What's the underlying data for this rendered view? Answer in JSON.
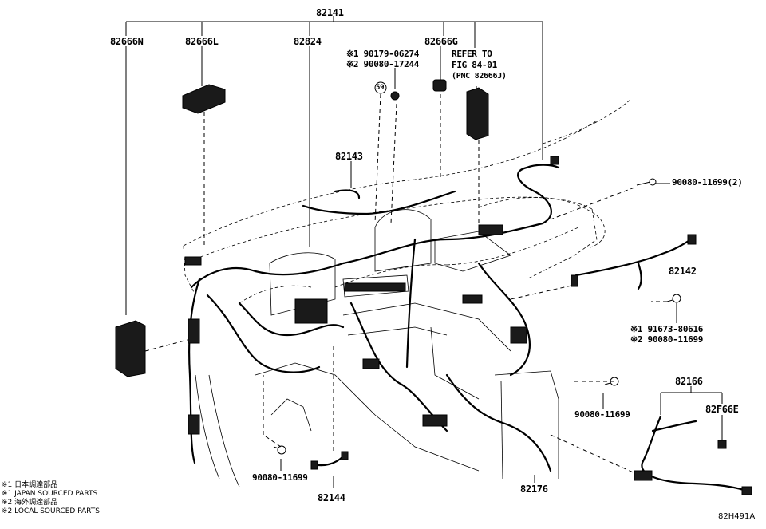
{
  "labels": {
    "p82141": "82141",
    "p82666N": "82666N",
    "p82666L": "82666L",
    "p82824": "82824",
    "p82666G": "82666G",
    "refer1": "REFER TO",
    "refer2": "FIG 84-01",
    "refer3": "(PNC 82666J)",
    "mark1_a": "※1 90179-06274",
    "mark2_a": "※2 90080-17244",
    "circle59": "59",
    "p82143": "82143",
    "bolt_top": "90080-11699(2)",
    "p82142": "82142",
    "mark1_b": "※1 91673-80616",
    "mark2_b": "※2 90080-11699",
    "p82166": "82166",
    "p82F66E": "82F66E",
    "bolt_mid": "90080-11699",
    "bolt_left": "90080-11699",
    "p82144": "82144",
    "p82176": "82176",
    "figure_code": "82H491A"
  },
  "notes": [
    "※1 日本調達部品",
    "※1 JAPAN SOURCED PARTS",
    "※2 海外調達部品",
    "※2 LOCAL SOURCED PARTS"
  ]
}
